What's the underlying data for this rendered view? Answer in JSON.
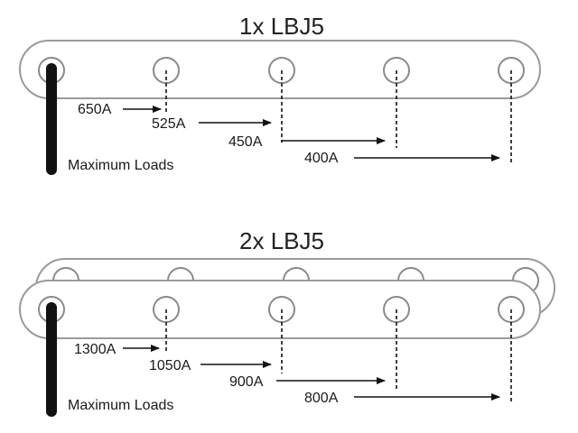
{
  "diagrams": [
    {
      "title": "1x LBJ5",
      "note": "Maximum Loads",
      "layers": 1,
      "loads": [
        "650A",
        "525A",
        "450A",
        "400A"
      ]
    },
    {
      "title": "2x LBJ5",
      "note": "Maximum Loads",
      "layers": 2,
      "loads": [
        "1300A",
        "1050A",
        "900A",
        "800A"
      ]
    }
  ],
  "colors": {
    "outline": "#9a9a9a",
    "ink": "#111111"
  }
}
